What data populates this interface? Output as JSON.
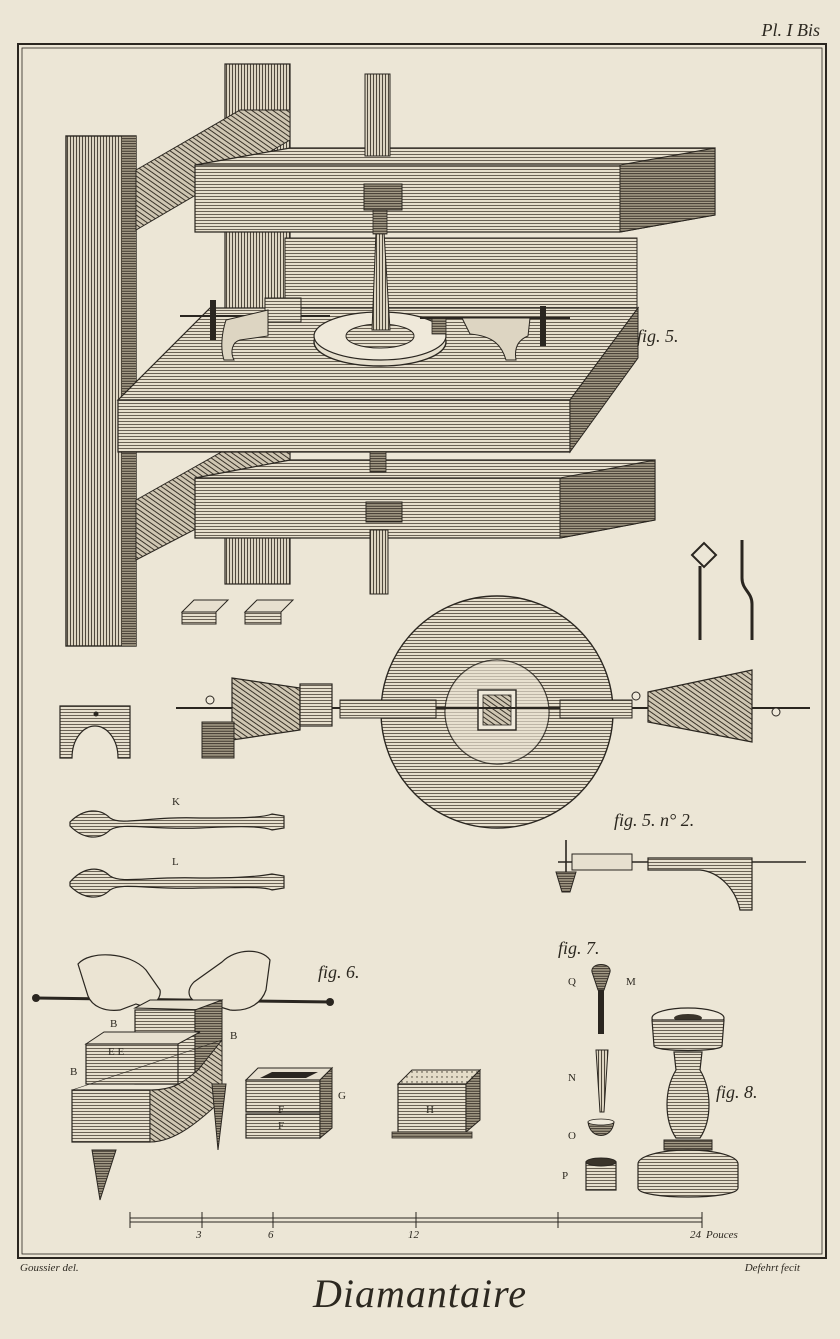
{
  "plate": {
    "plate_number": "Pl. I Bis",
    "title": "Diamantaire",
    "draftsman": "Goussier del.",
    "engraver": "Defehrt fecit"
  },
  "figure_labels": {
    "fig5": "fig. 5.",
    "fig5_no2": "fig. 5. n° 2.",
    "fig6": "fig. 6.",
    "fig7": "fig. 7.",
    "fig8": "fig. 8."
  },
  "part_letters": {
    "K": "K",
    "L": "L",
    "B1": "B",
    "B2": "B",
    "B3": "B",
    "E": "E E",
    "F1": "F",
    "F2": "F",
    "G": "G",
    "H": "H",
    "Q": "Q",
    "M": "M",
    "N": "N",
    "O": "O",
    "P": "P"
  },
  "scale": {
    "ticks": [
      "3",
      "6",
      "12",
      "24"
    ],
    "unit": "Pouces"
  },
  "colors": {
    "paper": "#ece6d6",
    "ink": "#2a2620",
    "wood_light": "#d8d0be",
    "wood_dark": "#8a8170"
  }
}
